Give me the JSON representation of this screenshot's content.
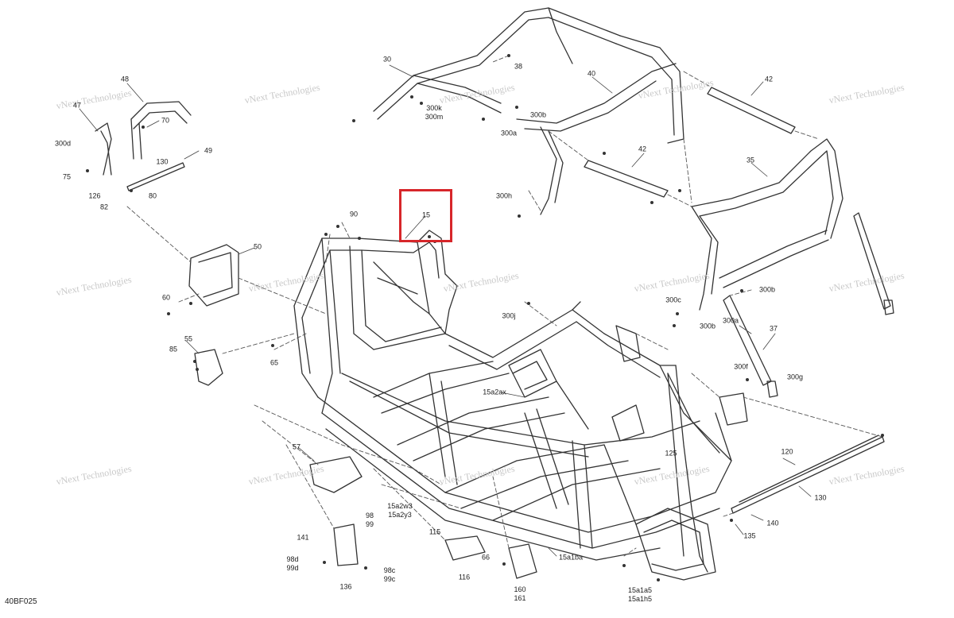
{
  "diagram_code": "40BF025",
  "watermark": "vNext Technologies",
  "highlight_color": "#d7262a",
  "callouts": [
    {
      "id": "38",
      "text": "38"
    },
    {
      "id": "30",
      "text": "30"
    },
    {
      "id": "40",
      "text": "40"
    },
    {
      "id": "42a",
      "text": "42"
    },
    {
      "id": "300k",
      "text": "300k\n300m"
    },
    {
      "id": "300b-a",
      "text": "300b"
    },
    {
      "id": "300a-a",
      "text": "300a"
    },
    {
      "id": "48",
      "text": "48"
    },
    {
      "id": "47",
      "text": "47"
    },
    {
      "id": "70",
      "text": "70"
    },
    {
      "id": "300d",
      "text": "300d"
    },
    {
      "id": "49",
      "text": "49"
    },
    {
      "id": "130a",
      "text": "130"
    },
    {
      "id": "75",
      "text": "75"
    },
    {
      "id": "126",
      "text": "126"
    },
    {
      "id": "80",
      "text": "80"
    },
    {
      "id": "82",
      "text": "82"
    },
    {
      "id": "42b",
      "text": "42"
    },
    {
      "id": "35",
      "text": "35"
    },
    {
      "id": "300h",
      "text": "300h"
    },
    {
      "id": "90",
      "text": "90"
    },
    {
      "id": "15",
      "text": "15"
    },
    {
      "id": "50",
      "text": "50"
    },
    {
      "id": "60",
      "text": "60"
    },
    {
      "id": "300b-b",
      "text": "300b"
    },
    {
      "id": "300c",
      "text": "300c"
    },
    {
      "id": "300b-c",
      "text": "300b"
    },
    {
      "id": "300a-b",
      "text": "300a"
    },
    {
      "id": "300j",
      "text": "300j"
    },
    {
      "id": "37",
      "text": "37"
    },
    {
      "id": "55",
      "text": "55"
    },
    {
      "id": "85",
      "text": "85"
    },
    {
      "id": "65",
      "text": "65"
    },
    {
      "id": "300f",
      "text": "300f"
    },
    {
      "id": "300g",
      "text": "300g"
    },
    {
      "id": "15a2ax",
      "text": "15a2ax"
    },
    {
      "id": "57",
      "text": "57"
    },
    {
      "id": "125",
      "text": "125"
    },
    {
      "id": "120",
      "text": "120"
    },
    {
      "id": "130b",
      "text": "130"
    },
    {
      "id": "15a2w3",
      "text": "15a2w3\n15a2y3"
    },
    {
      "id": "98",
      "text": "98\n99"
    },
    {
      "id": "141",
      "text": "141"
    },
    {
      "id": "115",
      "text": "115"
    },
    {
      "id": "140",
      "text": "140"
    },
    {
      "id": "135",
      "text": "135"
    },
    {
      "id": "98d",
      "text": "98d\n99d"
    },
    {
      "id": "66",
      "text": "66"
    },
    {
      "id": "15a1ba",
      "text": "15a1ba"
    },
    {
      "id": "98c",
      "text": "98c\n99c"
    },
    {
      "id": "116",
      "text": "116"
    },
    {
      "id": "136",
      "text": "136"
    },
    {
      "id": "160",
      "text": "160\n161"
    },
    {
      "id": "15a1a5",
      "text": "15a1a5\n15a1h5"
    }
  ]
}
